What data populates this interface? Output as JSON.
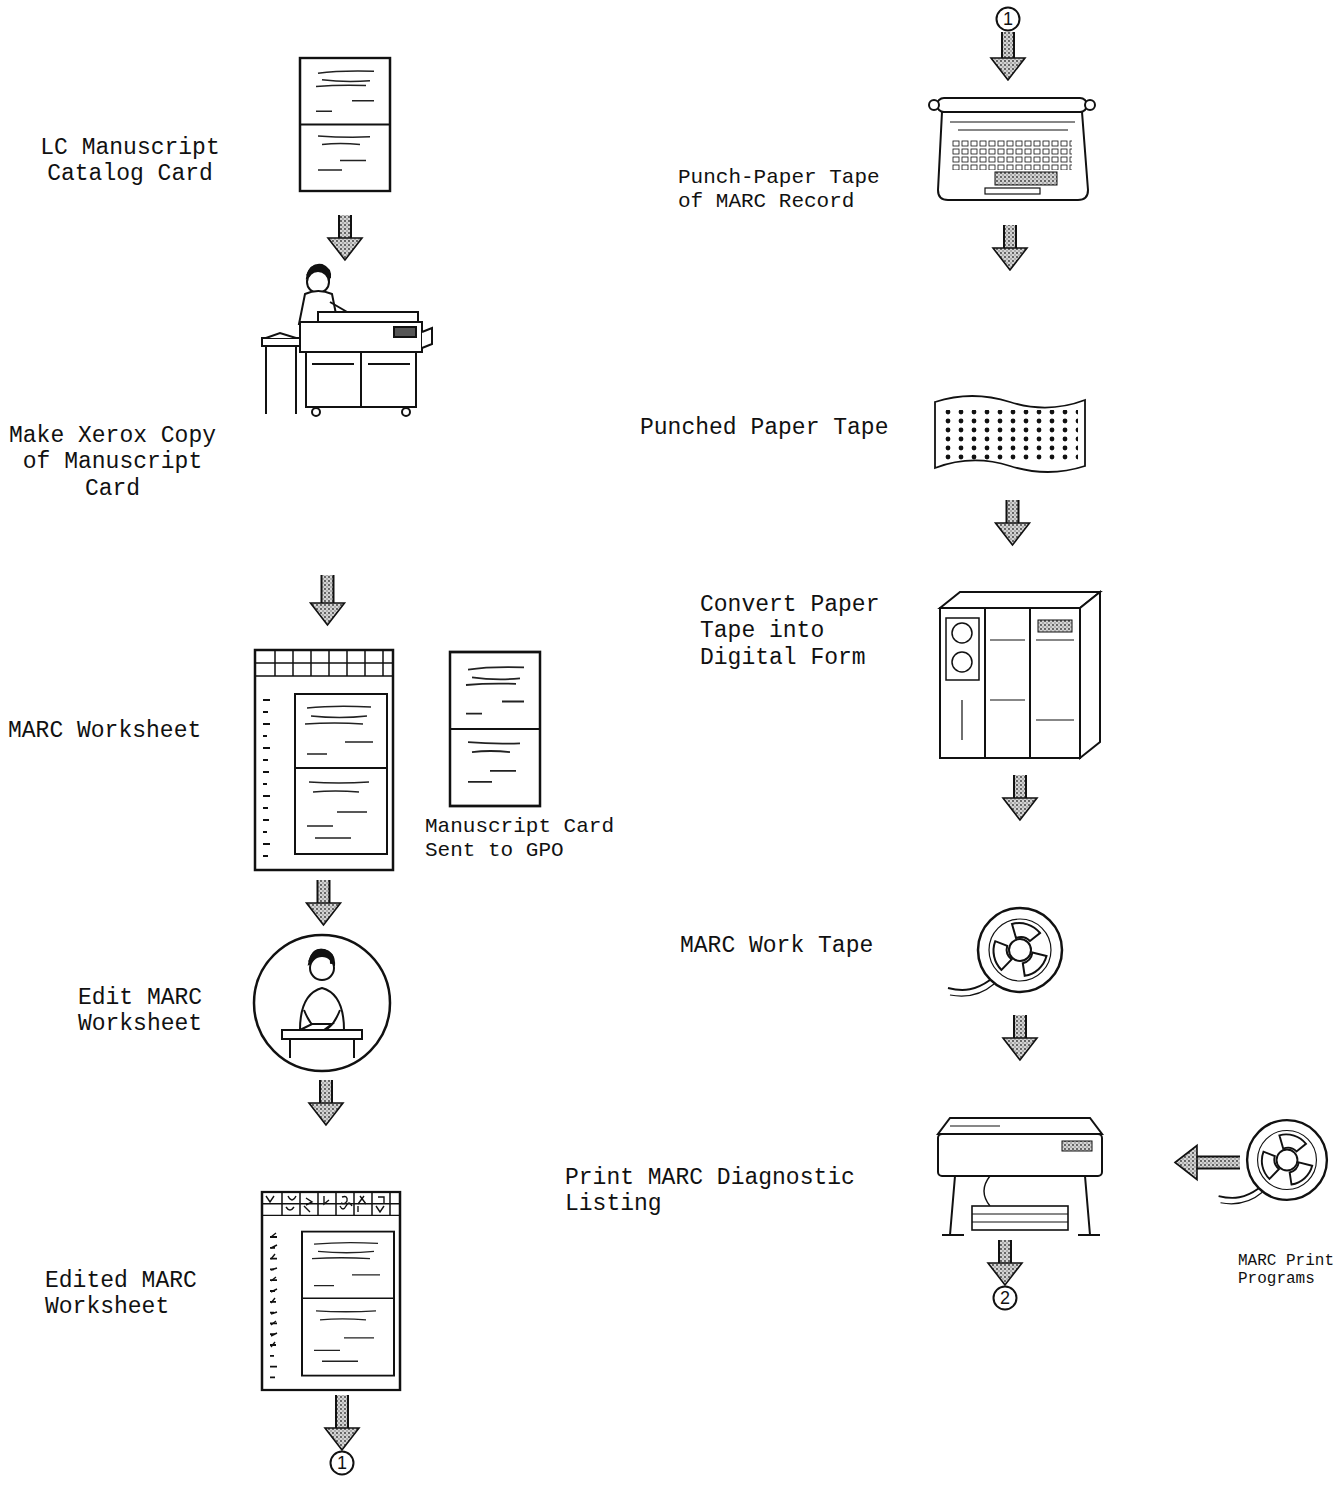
{
  "diagram": {
    "nodes": [
      {
        "text": [
          "LC Manuscript Catalog Card"
        ]
      },
      {
        "text": [
          "Make Xerox Copy of Manuscript Card"
        ]
      },
      {
        "text": [
          "MARC Worksheet"
        ]
      },
      {
        "text": [
          "Manuscript Card Sent to GPO"
        ]
      },
      {
        "text": [
          "Edit MARC Worksheet"
        ]
      },
      {
        "text": [
          "Edited MARC Worksheet"
        ]
      },
      {
        "text": [
          "1"
        ]
      },
      {
        "text": [
          "1"
        ]
      },
      {
        "text": [
          "Punch-Paper Tape of MARC Record"
        ]
      },
      {
        "text": [
          "Punched Paper Tape"
        ]
      },
      {
        "text": [
          "Convert Paper Tape into Digital Form"
        ]
      },
      {
        "text": [
          "MARC Work Tape"
        ]
      },
      {
        "text": [
          "Print MARC Diagnostic Listing"
        ]
      },
      {
        "text": [
          "MARC Print Programs"
        ]
      },
      {
        "text": [
          "2"
        ]
      }
    ],
    "edges": [
      {
        "from": 0,
        "to": 1,
        "arrow": "to"
      },
      {
        "from": 1,
        "to": 2,
        "arrow": "to"
      },
      {
        "from": 2,
        "to": 4,
        "arrow": "to"
      },
      {
        "from": 4,
        "to": 5,
        "arrow": "to"
      },
      {
        "from": 5,
        "to": 6,
        "arrow": "to"
      },
      {
        "from": 7,
        "to": 8,
        "arrow": "to"
      },
      {
        "from": 8,
        "to": 9,
        "arrow": "to"
      },
      {
        "from": 9,
        "to": 10,
        "arrow": "to"
      },
      {
        "from": 10,
        "to": 11,
        "arrow": "to"
      },
      {
        "from": 11,
        "to": 12,
        "arrow": "to"
      },
      {
        "from": 13,
        "to": 12,
        "arrow": "to"
      },
      {
        "from": 12,
        "to": 14,
        "arrow": "to"
      }
    ]
  }
}
